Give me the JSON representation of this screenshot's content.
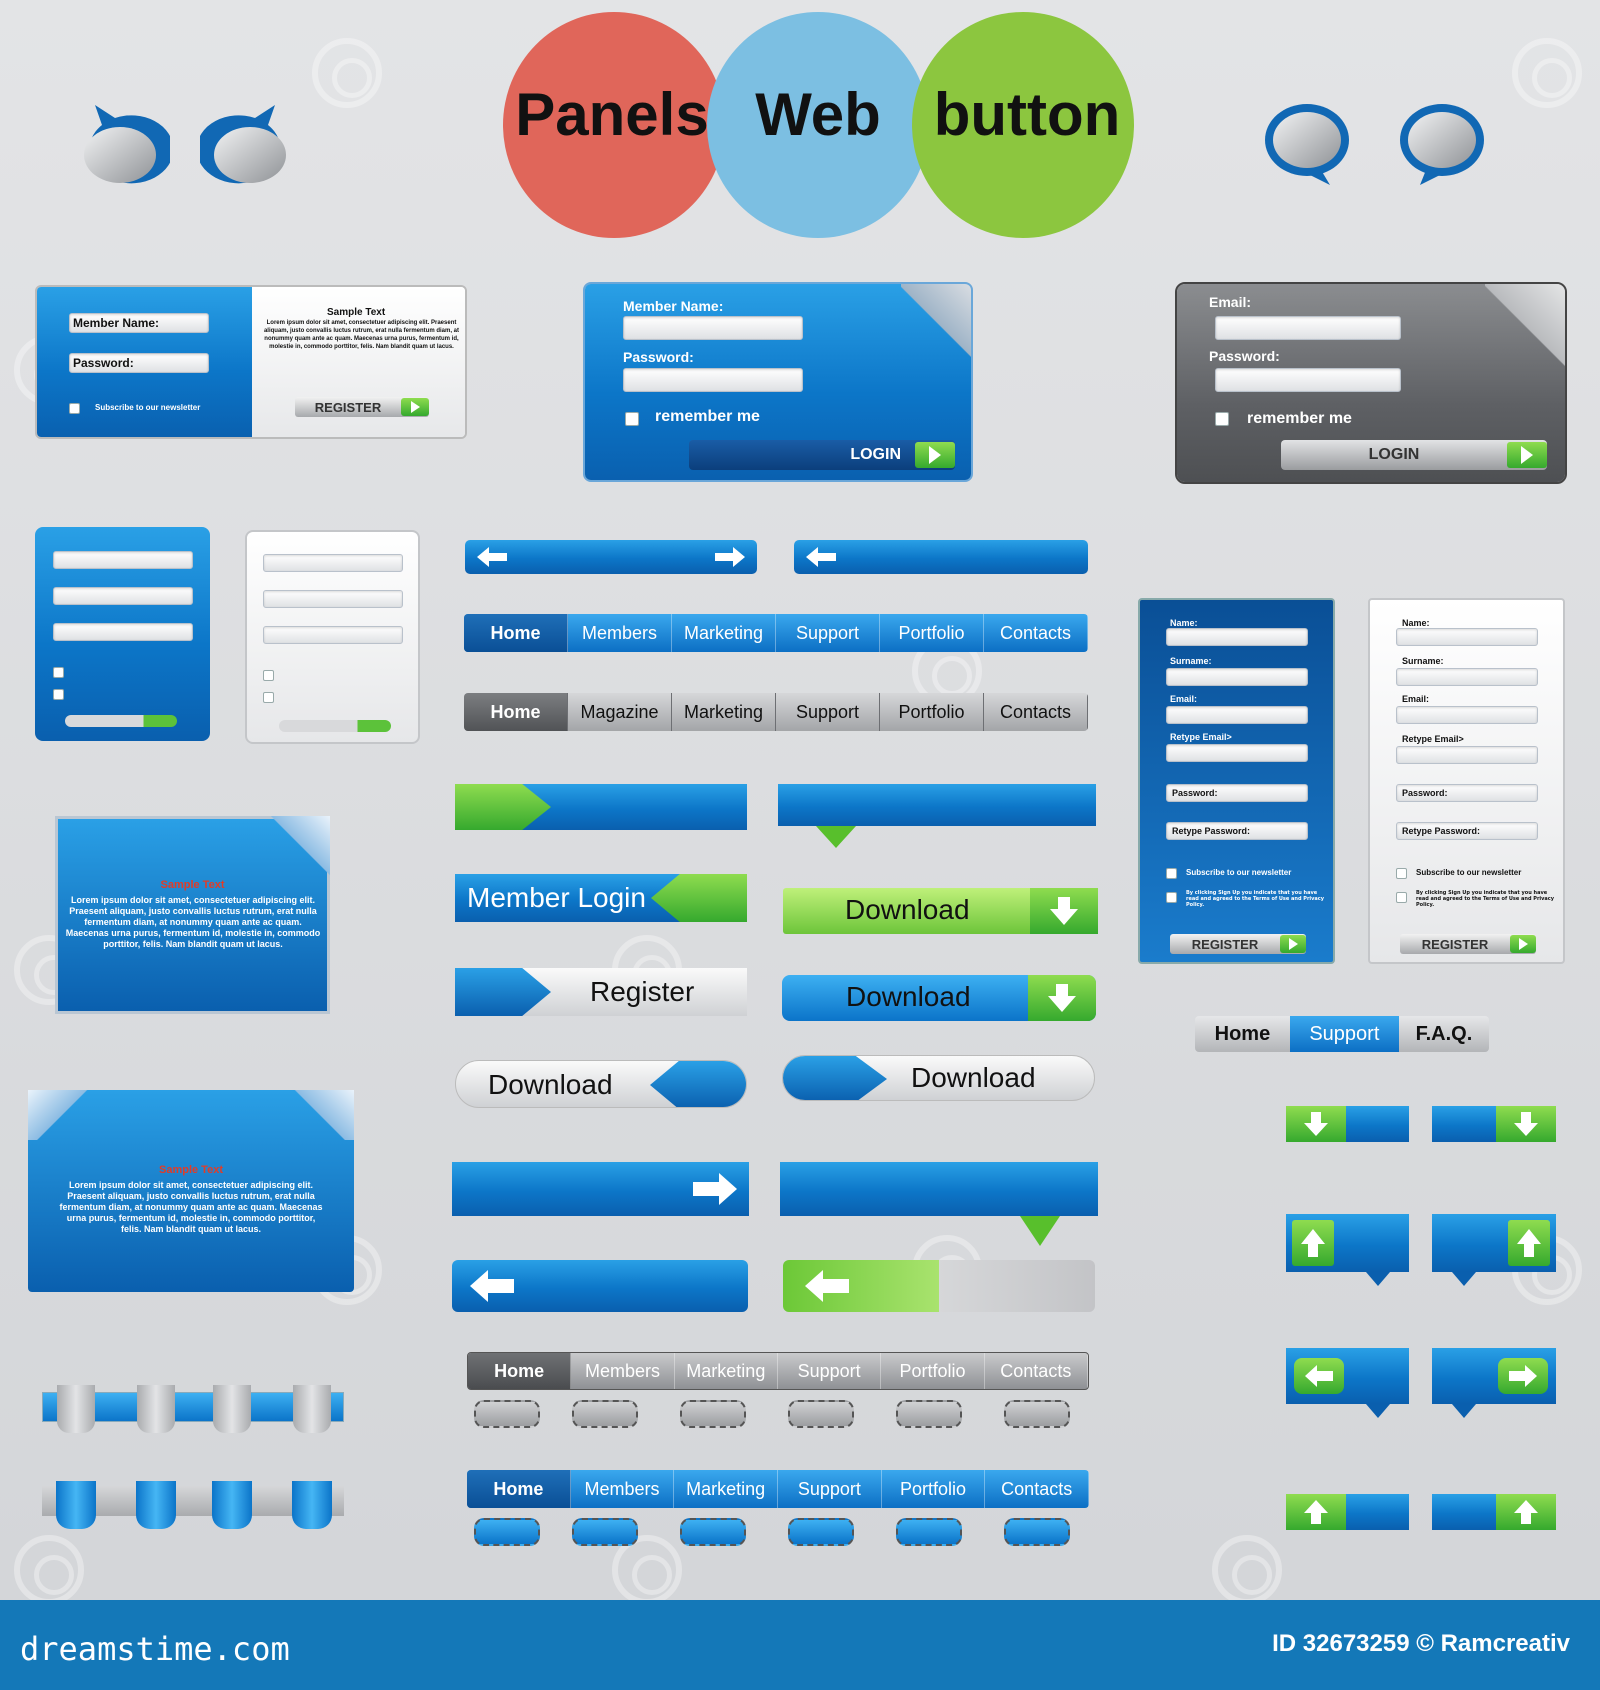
{
  "title": {
    "word1": "Panels",
    "word2": "Web",
    "word3": "button"
  },
  "colors": {
    "red": "#e0665a",
    "lightblue": "#7cbfe2",
    "green": "#8cc63f",
    "blue": "#0c76c8",
    "footer": "#1478b8"
  },
  "login1": {
    "member_label": "Member Name:",
    "password_label": "Password:",
    "newsletter": "Subscribe to our newsletter",
    "sample_title": "Sample Text",
    "sample_body": "Lorem ipsum dolor sit amet, consectetuer adipiscing elit. Praesent aliquam, justo convallis luctus rutrum, erat nulla fermentum diam, at nonummy quam ante ac quam. Maecenas urna purus, fermentum id, molestie in, commodo porttitor, felis. Nam blandit quam ut lacus.",
    "register": "REGISTER"
  },
  "login2": {
    "member_label": "Member Name:",
    "password_label": "Password:",
    "remember": "remember me",
    "login": "LOGIN"
  },
  "login3": {
    "email_label": "Email:",
    "password_label": "Password:",
    "remember": "remember me",
    "login": "LOGIN"
  },
  "nav1": [
    "Home",
    "Members",
    "Marketing",
    "Support",
    "Portfolio",
    "Contacts"
  ],
  "nav2": [
    "Home",
    "Magazine",
    "Marketing",
    "Support",
    "Portfolio",
    "Contacts"
  ],
  "nav3": [
    "Home",
    "Members",
    "Marketing",
    "Support",
    "Portfolio",
    "Contacts"
  ],
  "nav4": [
    "Home",
    "Members",
    "Marketing",
    "Support",
    "Portfolio",
    "Contacts"
  ],
  "nav_small": [
    "Home",
    "Support",
    "F.A.Q."
  ],
  "buttons": {
    "member_login": "Member Login",
    "download": "Download",
    "register": "Register"
  },
  "panel_text": {
    "sample_title": "Sample Text",
    "body": "Lorem ipsum dolor sit amet, consectetuer adipiscing elit. Praesent aliquam, justo convallis luctus rutrum, erat nulla fermentum diam, at nonummy quam ante ac quam. Maecenas urna purus, fermentum id, molestie in, commodo porttitor, felis. Nam blandit quam ut lacus."
  },
  "signup": {
    "name": "Name:",
    "surname": "Surname:",
    "email": "Email:",
    "retype_email": "Retype Email>",
    "password": "Password:",
    "retype_password": "Retype Password:",
    "newsletter": "Subscribe to our newsletter",
    "terms": "By clicking Sign Up you indicate that you have read and agreed to the Terms of Use and Privacy Policy.",
    "register": "REGISTER"
  },
  "footer": {
    "site": "dreamstime.com",
    "id": "ID 32673259 © Ramcreativ"
  }
}
